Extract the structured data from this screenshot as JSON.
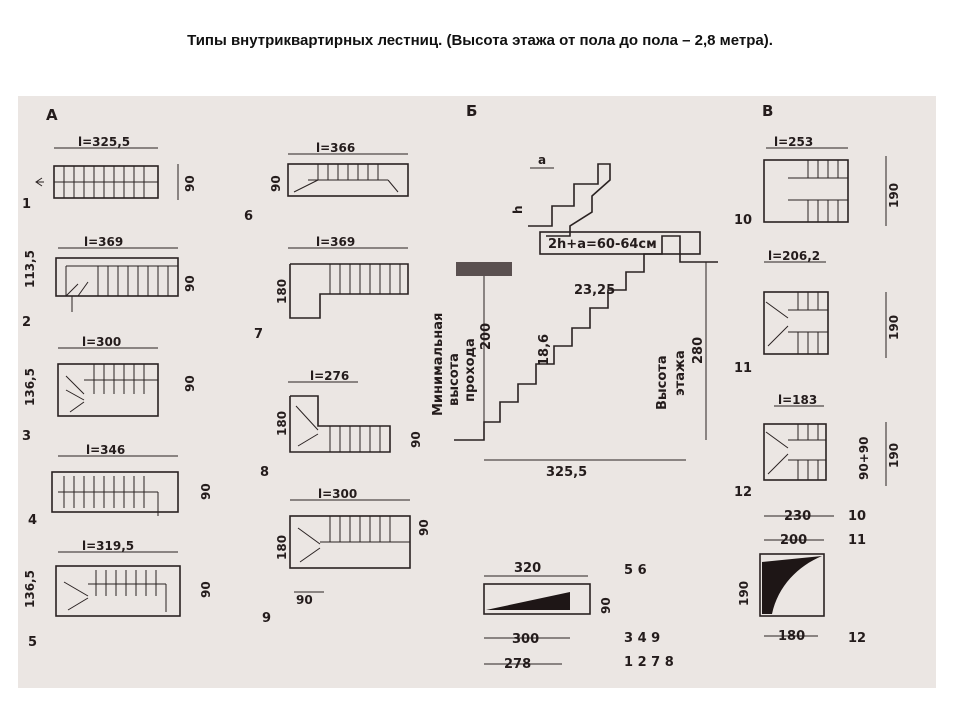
{
  "title": "Типы внутриквартирных лестниц.  (Высота этажа от пола до пола – 2,8 метра).",
  "groups": {
    "a": "А",
    "b": "Б",
    "v": "В"
  },
  "types": {
    "t1": {
      "num": "1",
      "l": "l=325,5",
      "w": "90"
    },
    "t2": {
      "num": "2",
      "l": "l=369",
      "w": "90",
      "side": "113,5"
    },
    "t3": {
      "num": "3",
      "l": "l=300",
      "w": "90",
      "side": "136,5"
    },
    "t4": {
      "num": "4",
      "l": "l=346",
      "w": "90"
    },
    "t5": {
      "num": "5",
      "l": "l=319,5",
      "w": "90",
      "side": "136,5"
    },
    "t6": {
      "num": "6",
      "l": "l=366",
      "w": "90"
    },
    "t7": {
      "num": "7",
      "l": "l=369",
      "w": "180"
    },
    "t8": {
      "num": "8",
      "l": "l=276",
      "w": "180",
      "w2": "90"
    },
    "t9": {
      "num": "9",
      "l": "l=300",
      "w": "180",
      "w2": "90",
      "bottom": "90"
    },
    "t10": {
      "num": "10",
      "l": "l=253",
      "w": "190"
    },
    "t11": {
      "num": "11",
      "l": "l=206,2",
      "w": "190"
    },
    "t12": {
      "num": "12",
      "l": "l=183",
      "w": "190",
      "w2": "90+90"
    }
  },
  "step_detail": {
    "a": "a",
    "h": "h",
    "formula": "2h+a=60-64см"
  },
  "section": {
    "min_pass_label_1": "Минимальная",
    "min_pass_label_2": "высота",
    "min_pass_label_3": "прохода",
    "min_pass_value": "200",
    "step_tread": "23,25",
    "step_riser": "18,6",
    "floor_label_1": "Высота",
    "floor_label_2": "этажа",
    "floor_value": "280",
    "length": "325,5"
  },
  "plan_straight": {
    "top": "320",
    "mid": "300",
    "bottom": "278",
    "side": "90",
    "refs_top": "5  6",
    "refs_mid": "3  4  9",
    "refs_bot": "1  2  7  8"
  },
  "plan_spiral": {
    "top": "230",
    "mid": "200",
    "bottom": "180",
    "side": "190",
    "ref_top": "10",
    "ref_mid": "11",
    "ref_bot": "12"
  }
}
